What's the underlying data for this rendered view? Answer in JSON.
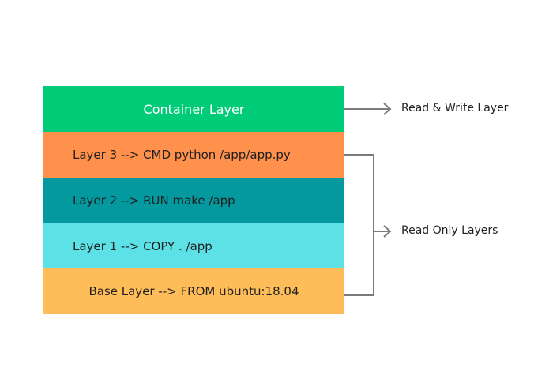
{
  "layers": {
    "container": "Container Layer",
    "layer3": "Layer 3 --> CMD python /app/app.py",
    "layer2": "Layer 2 --> RUN make /app",
    "layer1": "Layer 1 --> COPY . /app",
    "base": "Base Layer --> FROM ubuntu:18.04"
  },
  "annotations": {
    "read_write": "Read & Write Layer",
    "read_only": "Read Only Layers"
  },
  "colors": {
    "container": "#00cc77",
    "layer3": "#ff914d",
    "layer2": "#04999f",
    "layer1": "#5ce1e6",
    "base": "#ffbd59",
    "connector": "#7a7a7a"
  }
}
